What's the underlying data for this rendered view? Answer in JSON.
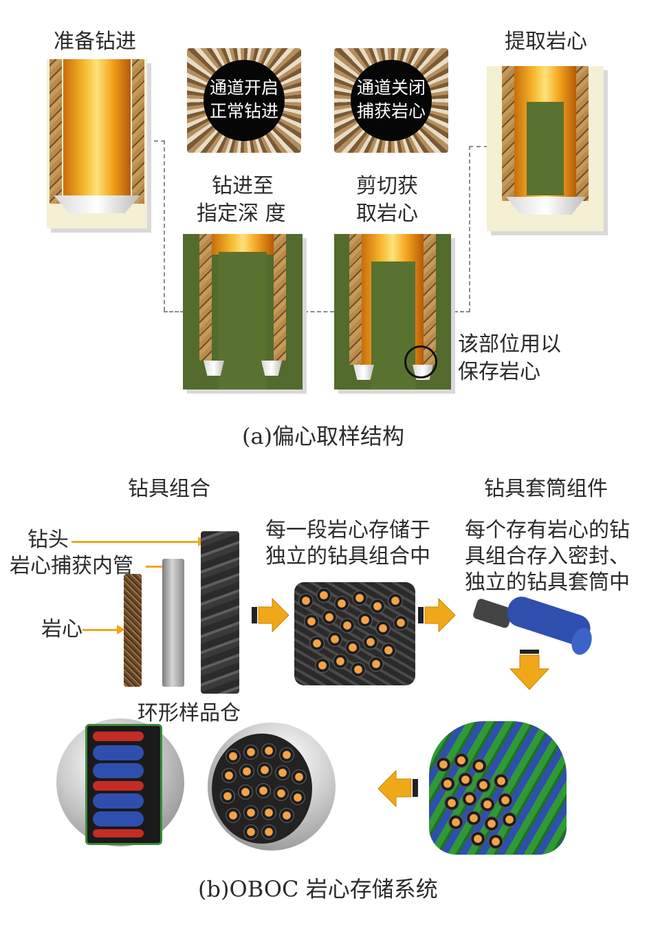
{
  "part_a": {
    "caption": "(a)偏心取样结构",
    "steps": {
      "prepare": "准备钻进",
      "drill_to_depth_line1": "钻进至",
      "drill_to_depth_line2": "指定深 度",
      "shear_line1": "剪切获",
      "shear_line2": "取岩心",
      "extract": "提取岩心"
    },
    "photo_open": {
      "line1": "通道开启",
      "line2": "正常钻进"
    },
    "photo_closed": {
      "line1": "通道关闭",
      "line2": "捕获岩心"
    },
    "note_line1": "该部位用以",
    "note_line2": "保存岩心"
  },
  "part_b": {
    "caption": "(b)OBOC 岩心存储系统",
    "drill_assembly_title": "钻具组合",
    "sleeve_assembly_title": "钻具套筒组件",
    "label_bit": "钻头",
    "label_inner_tube": "岩心捕获内管",
    "label_core": "岩心",
    "desc_each_core_line1": "每一段岩心存储于",
    "desc_each_core_line2": "独立的钻具组合中",
    "desc_sleeve_line1": "每个存有岩心的钻",
    "desc_sleeve_line2": "具组合存入密封、",
    "desc_sleeve_line3": "独立的钻具套筒中",
    "label_ring_bin": "环形样品仓",
    "colors": {
      "arrow": "#f0a818",
      "sleeve": "#2f4fae",
      "ring": "#2f9a35",
      "core": "#6b4a2a"
    }
  }
}
